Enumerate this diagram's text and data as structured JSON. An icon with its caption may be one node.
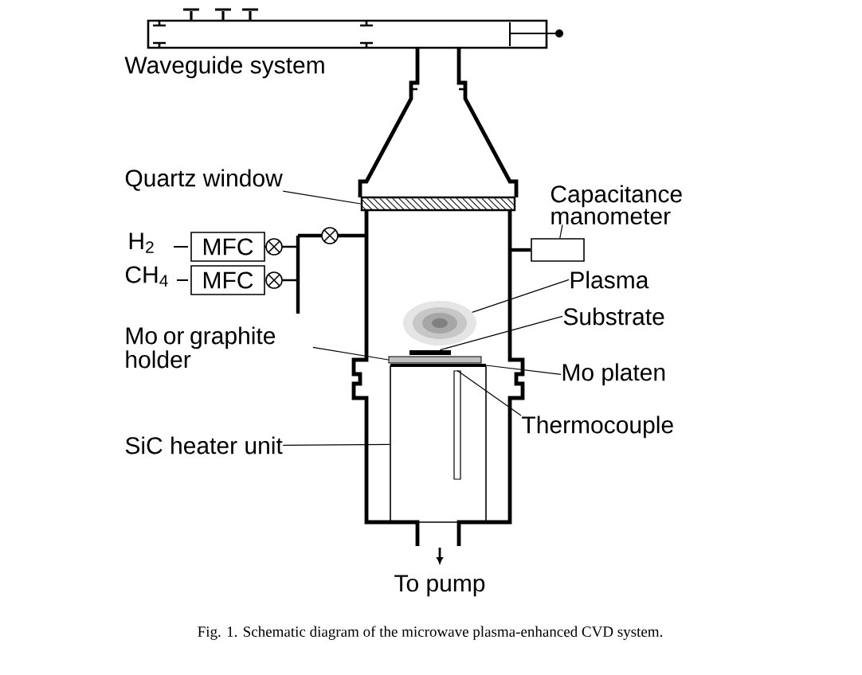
{
  "diagram": {
    "caption": "Fig. 1. Schematic diagram of the microwave plasma-enhanced CVD system.",
    "nodes": [
      {
        "text": [
          "Quartz window"
        ]
      },
      {
        "text": [],
        "shape": "box"
      },
      {
        "text": [
          "Capacitance manometer"
        ]
      },
      {
        "text": [],
        "shape": "box"
      },
      {
        "text": [
          "MFC"
        ]
      },
      {
        "text": [
          "MFC"
        ]
      },
      {
        "text": [
          "Plasma"
        ]
      },
      {
        "text": [],
        "shape": "cloud"
      },
      {
        "text": [
          "Substrate"
        ]
      },
      {
        "text": [],
        "shape": "bar"
      },
      {
        "text": [
          "Mo or graphite holder"
        ]
      },
      {
        "text": [],
        "shape": "bar"
      },
      {
        "text": [
          "Mo platen"
        ]
      },
      {
        "text": [],
        "shape": "bar"
      },
      {
        "text": [
          "Thermocouple"
        ]
      },
      {
        "text": [],
        "shape": "bar",
        "in": 17
      },
      {
        "text": [
          "SiC heater unit"
        ]
      },
      {
        "text": [],
        "shape": "box"
      }
    ],
    "edges": [
      {
        "from": 0,
        "to": 1,
        "arrow": "none"
      },
      {
        "from": 2,
        "to": 3,
        "arrow": "none"
      },
      {
        "from": 6,
        "to": 7,
        "arrow": "none"
      },
      {
        "from": 8,
        "to": 9,
        "arrow": "none"
      },
      {
        "from": 10,
        "to": 11,
        "arrow": "none"
      },
      {
        "from": 12,
        "to": 13,
        "arrow": "none"
      },
      {
        "from": 14,
        "to": 15,
        "arrow": "none"
      },
      {
        "from": 16,
        "to": 17,
        "arrow": "none"
      }
    ],
    "labels": [
      "Waveguide system",
      "H$_{2}$",
      "CH$_{4}$",
      "To pump"
    ]
  }
}
